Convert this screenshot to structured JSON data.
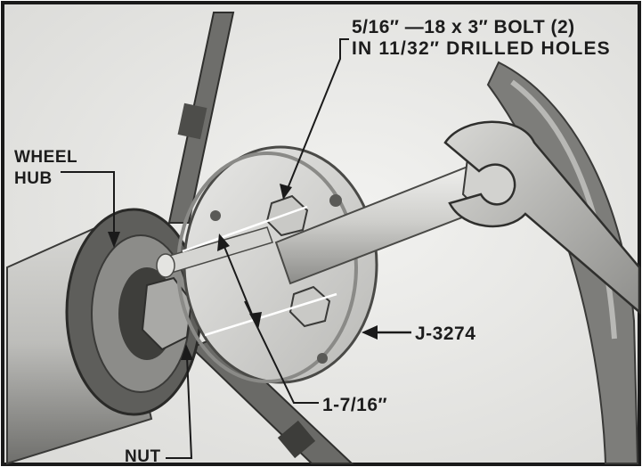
{
  "labels": {
    "bolt_line1": "5/16″ —18 x 3″ BOLT (2)",
    "bolt_line2": "IN 11/32″ DRILLED HOLES",
    "wheel_hub_line1": "WHEEL",
    "wheel_hub_line2": "HUB",
    "tool_number": "J-3274",
    "dimension": "1-7/16″",
    "nut": "NUT"
  }
}
